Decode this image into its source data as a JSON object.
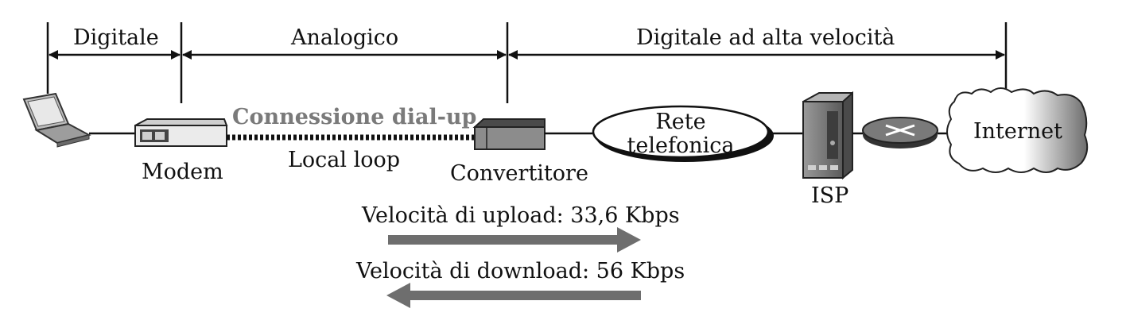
{
  "sections": {
    "digitale": "Digitale",
    "analogico": "Analogico",
    "digitale_alta": "Digitale ad alta velocità"
  },
  "link": {
    "dialup": "Connessione dial-up",
    "local_loop": "Local loop"
  },
  "devices": {
    "modem": "Modem",
    "convertitore": "Convertitore",
    "rete_line1": "Rete",
    "rete_line2": "telefonica",
    "isp": "ISP",
    "internet": "Internet"
  },
  "speeds": {
    "upload": "Velocità di upload: 33,6 Kbps",
    "download": "Velocità di download: 56 Kbps"
  },
  "colors": {
    "line": "#111111",
    "dialup_text": "#7a7a7a",
    "arrow_fill": "#6e6e6e",
    "device_gray": "#8a8a8a"
  }
}
